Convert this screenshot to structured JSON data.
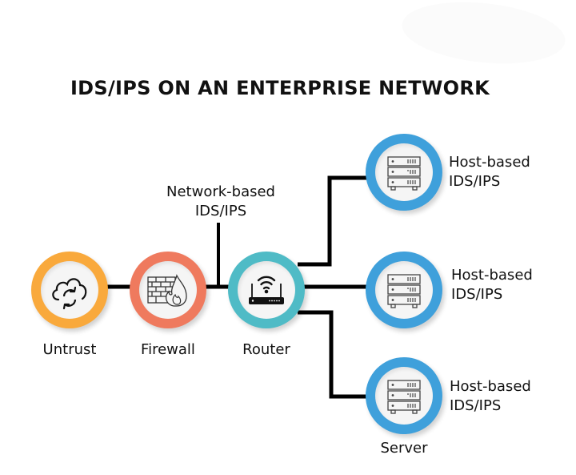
{
  "title": "IDS/IPS ON AN ENTERPRISE NETWORK",
  "colors": {
    "untrust": "#f9a93c",
    "firewall": "#ef7a5e",
    "router": "#4fbbc6",
    "host": "#3fa0db",
    "line": "#000000"
  },
  "nodes": {
    "untrust": {
      "label": "Untrust",
      "icon": "cloud-sync-icon"
    },
    "firewall": {
      "label": "Firewall",
      "icon": "firewall-icon"
    },
    "router": {
      "label": "Router",
      "icon": "wifi-router-icon"
    },
    "network_ids": {
      "line1": "Network-based",
      "line2": "IDS/IPS"
    },
    "hosts": [
      {
        "line1": "Host-based",
        "line2": "IDS/IPS",
        "icon": "server-icon"
      },
      {
        "line1": "Host-based",
        "line2": "IDS/IPS",
        "icon": "server-icon"
      },
      {
        "line1": "Host-based",
        "line2": "IDS/IPS",
        "icon": "server-icon"
      }
    ],
    "server_label": "Server"
  }
}
